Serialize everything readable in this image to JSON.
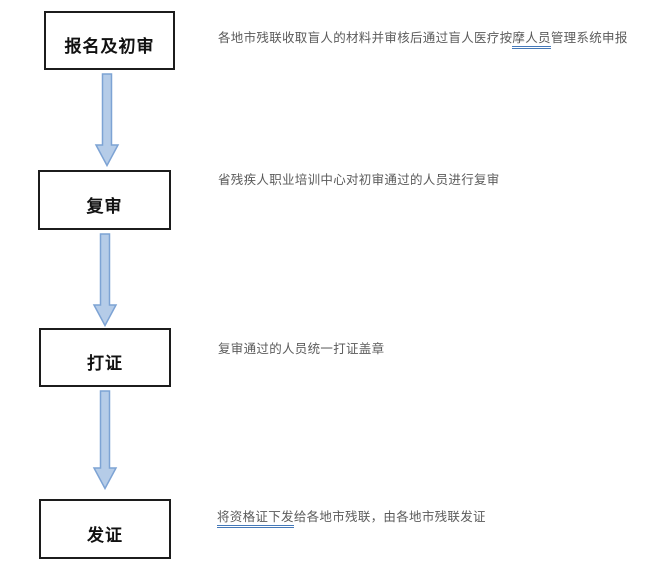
{
  "page": {
    "background": "#ffffff"
  },
  "flow": {
    "steps": [
      {
        "box_label": "报名及初审",
        "desc_prefix": "各地市残联收取盲人的材料并审核后通过盲人医疗按",
        "desc_underlined": "摩人员",
        "desc_suffix": "管理系统申报"
      },
      {
        "box_label": "复审",
        "desc_prefix": "省残疾人职业培训中心对初审通过的人员进行复审",
        "desc_underlined": "",
        "desc_suffix": ""
      },
      {
        "box_label": "打证",
        "desc_prefix": "复审通过的人员统一打证盖章",
        "desc_underlined": "",
        "desc_suffix": ""
      },
      {
        "box_label": "发证",
        "desc_prefix": "",
        "desc_underlined": "将资格证下发",
        "desc_suffix": "给各地市残联，由各地市残联发证"
      }
    ]
  },
  "colors": {
    "arrow_fill": "#b5cce8",
    "arrow_stroke": "#7da3d4",
    "box_border": "#1c1c1c",
    "box_label_text": "#111111",
    "description_text": "#5b5b5b",
    "underline_blue": "#4679b8"
  }
}
